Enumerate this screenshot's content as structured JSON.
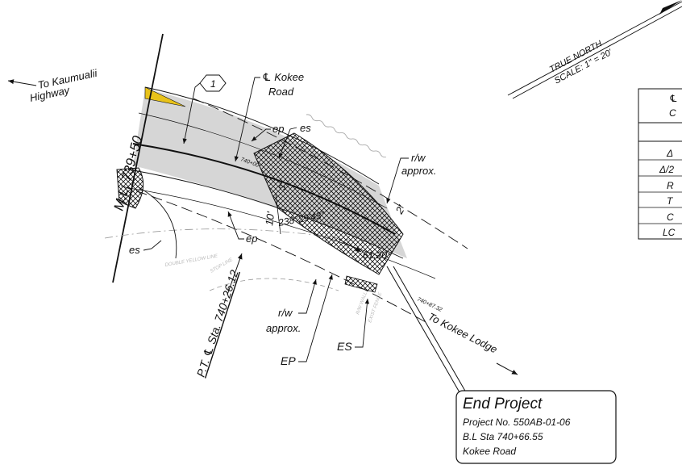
{
  "labels": {
    "to_kaumualii": "To Kaumualii",
    "highway": "Highway",
    "ml_station": "M.L. 739+50",
    "callout_number": "1",
    "kokee_road_1": "℄ Kokee",
    "kokee_road_2": "Road",
    "ep_upper": "ep",
    "es_upper": "es",
    "ep_lower": "ep",
    "es_left": "es",
    "rw_upper_1": "r/w",
    "rw_upper_2": "approx.",
    "rw_lower_1": "r/w",
    "rw_lower_2": "approx.",
    "ep_caps": "EP",
    "es_caps": "ES",
    "dim_10": "10'",
    "dim_2": "2'",
    "dim_3": "3'",
    "bearing": "238°29'43\"",
    "dist": "61.20",
    "sta_740_end": "740+87.32",
    "sta_740_mid": "740+00",
    "pt_station": "P.T. ℄ Sta. 740+26.12",
    "to_kokee_lodge": "To Kokee Lodge",
    "true_north": "TRUE NORTH",
    "scale": "SCALE: 1\" = 20'",
    "end_project_title": "End Project",
    "end_project_no": "Project No. 550AB-01-06",
    "end_project_sta": "B.L Sta 740+66.55",
    "end_project_road": "Kokee Road"
  },
  "ghost_text": {
    "double_yellow": "DOUBLE YELLOW LINE",
    "stop_line": "STOP LINE",
    "rw_wall": "R/W WALL",
    "fence": "EXIST FENCE"
  },
  "curve_table": {
    "header_1": "℄",
    "header_2": "C",
    "rows": [
      "Δ",
      "Δ/2",
      "R",
      "T",
      "C",
      "LC"
    ]
  },
  "colors": {
    "line": "#111111",
    "pavement": "#d6d6d6",
    "yellow_wedge": "#e8c21a"
  }
}
